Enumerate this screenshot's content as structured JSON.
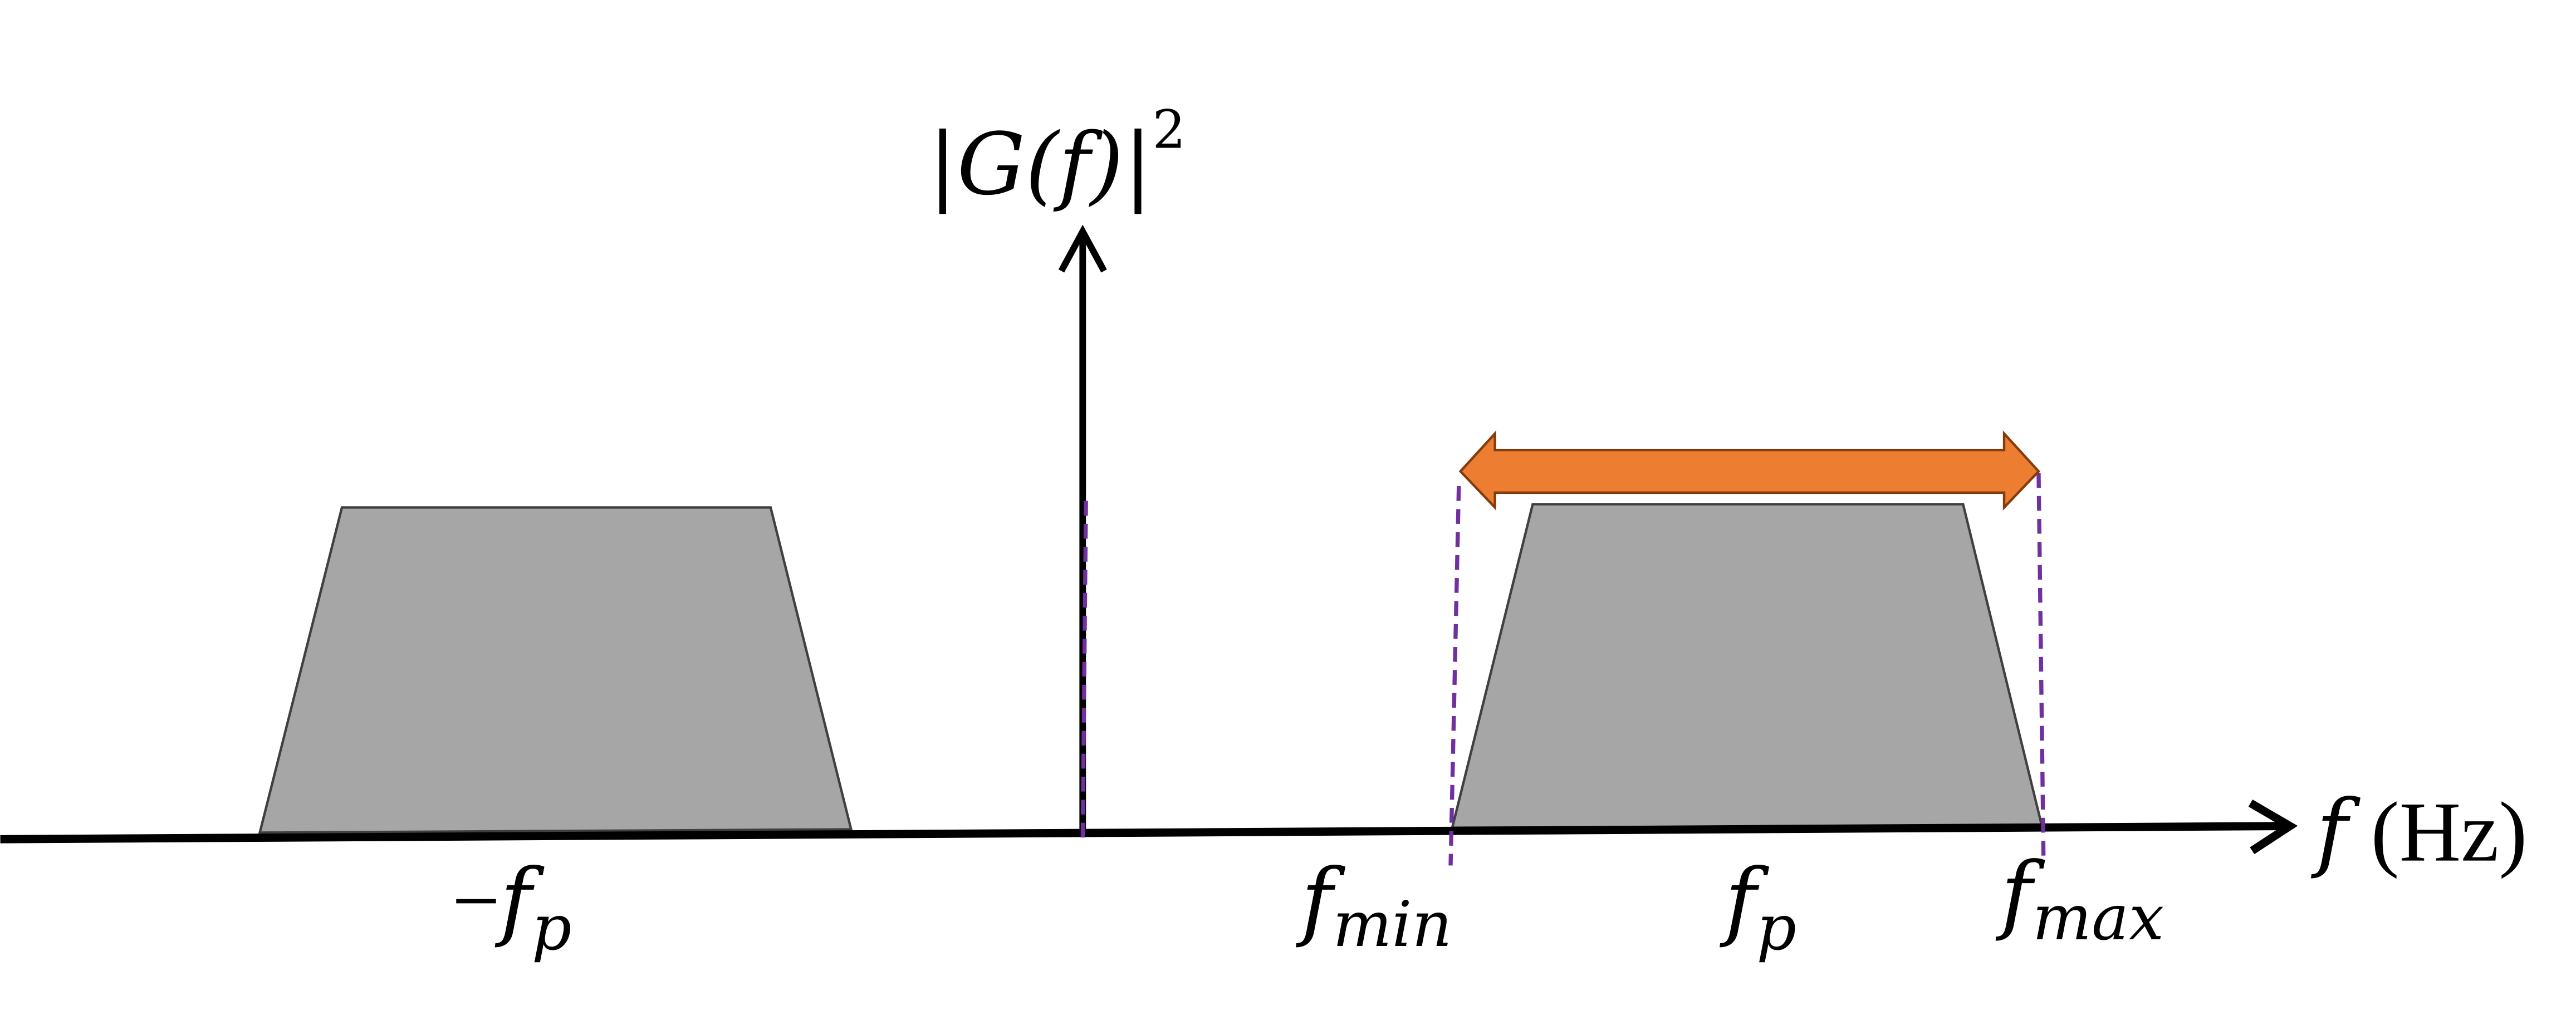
{
  "y_axis": {
    "label_base": "|G(f)|",
    "label_exp": "2"
  },
  "x_axis": {
    "label_var": "f",
    "label_unit": "(Hz)"
  },
  "labels": {
    "neg_fp": {
      "sign": "−",
      "var": "f",
      "sub": "p"
    },
    "fmin": {
      "var": "f",
      "sub": "min"
    },
    "fp": {
      "var": "f",
      "sub": "p"
    },
    "fmax": {
      "var": "f",
      "sub": "max"
    }
  },
  "colors": {
    "spectrum_fill": "#a6a6a6",
    "spectrum_stroke": "#404040",
    "bandwidth_arrow_fill": "#ed7d31",
    "bandwidth_arrow_stroke": "#843c0c",
    "dashed_marker": "#7030a0",
    "axis": "#000000"
  }
}
